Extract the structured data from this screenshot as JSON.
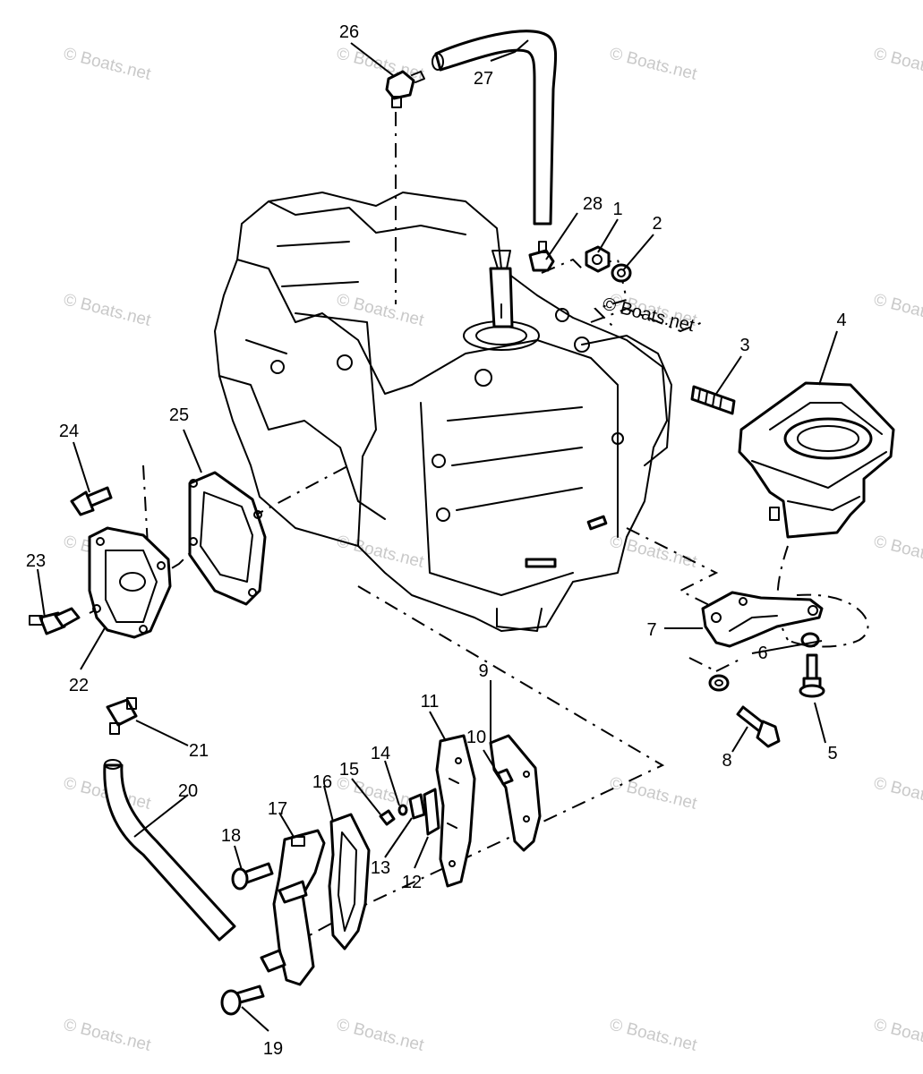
{
  "watermark": "© Boats.net",
  "copyright": "© Boats.net",
  "callouts": [
    "1",
    "2",
    "3",
    "4",
    "5",
    "6",
    "7",
    "8",
    "9",
    "10",
    "11",
    "12",
    "13",
    "14",
    "15",
    "16",
    "17",
    "18",
    "19",
    "20",
    "21",
    "22",
    "23",
    "24",
    "25",
    "26",
    "27",
    "28"
  ]
}
